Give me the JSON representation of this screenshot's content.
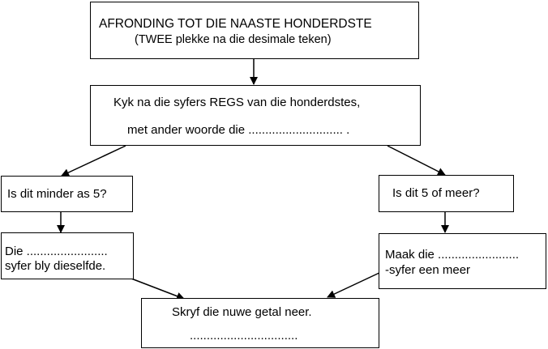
{
  "title_box": {
    "line1": "AFRONDING TOT DIE NAASTE HONDERDSTE",
    "line2": "(TWEE plekke na die desimale teken)"
  },
  "look_box": {
    "line1": "Kyk na die syfers REGS van die honderdstes,",
    "line2": "met ander woorde die ............................ ."
  },
  "left_question": {
    "text": "Is dit minder as 5?"
  },
  "right_question": {
    "text": "Is dit 5 of meer?"
  },
  "left_action": {
    "line1": "Die ........................",
    "line2": "syfer bly dieselfde."
  },
  "right_action": {
    "line1": "Maak die ........................",
    "line2": "-syfer een meer"
  },
  "result_box": {
    "line1": "Skryf die nuwe getal neer.",
    "line2": "................................"
  }
}
